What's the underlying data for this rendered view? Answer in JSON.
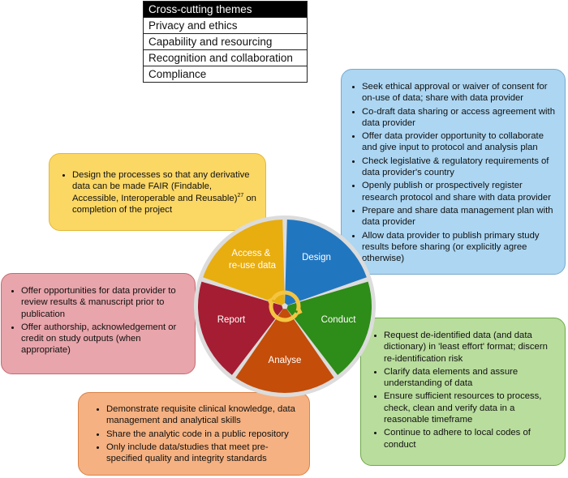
{
  "themes": {
    "header": "Cross-cutting themes",
    "items": [
      "Privacy and ethics",
      "Capability and resourcing",
      "Recognition and collaboration",
      "Compliance"
    ]
  },
  "wheel": {
    "segments": [
      {
        "key": "design",
        "label": "Design",
        "color": "#2176c0"
      },
      {
        "key": "conduct",
        "label": "Conduct",
        "color": "#2e8c18"
      },
      {
        "key": "analyse",
        "label": "Analyse",
        "color": "#c44d0a"
      },
      {
        "key": "report",
        "label": "Report",
        "color": "#a51d32"
      },
      {
        "key": "access",
        "label": "Access & re-use data",
        "label_lines": [
          "Access &",
          "re-use data"
        ],
        "color": "#e8ad0f"
      }
    ],
    "cycle_arrow_color": "#f3c542"
  },
  "boxes": {
    "design": {
      "bullets": [
        "Seek ethical approval or waiver of consent for on-use of data; share with data provider",
        "Co-draft data sharing or access agreement with data provider",
        "Offer data provider opportunity to collaborate and give input to protocol and analysis plan",
        "Check legislative & regulatory requirements of data provider's country",
        "Openly publish or prospectively register research protocol and share with data provider",
        "Prepare and share data management plan with data provider",
        "Allow data provider to publish primary study results before sharing (or explicitly agree otherwise)"
      ]
    },
    "fair": {
      "bullet_before": "Design the processes so that any derivative data can be made FAIR (Findable, Accessible, Interoperable and Reusable)",
      "ref": "27",
      "bullet_after": " on completion of the project"
    },
    "report": {
      "bullets": [
        "Offer opportunities for data provider to review results & manuscript prior to publication",
        "Offer authorship, acknowledgement or credit on study outputs (when appropriate)"
      ]
    },
    "conduct": {
      "bullets": [
        "Request de-identified data (and data dictionary) in 'least effort' format; discern re-identification risk",
        "Clarify data elements and assure understanding of data",
        "Ensure sufficient resources to process, check, clean and verify data in a reasonable timeframe",
        "Continue to adhere to local codes of conduct"
      ]
    },
    "analyse": {
      "bullets": [
        "Demonstrate requisite clinical knowledge, data management and analytical skills",
        "Share the analytic code in a public repository",
        "Only include data/studies that meet pre-specified quality and integrity standards"
      ]
    }
  }
}
